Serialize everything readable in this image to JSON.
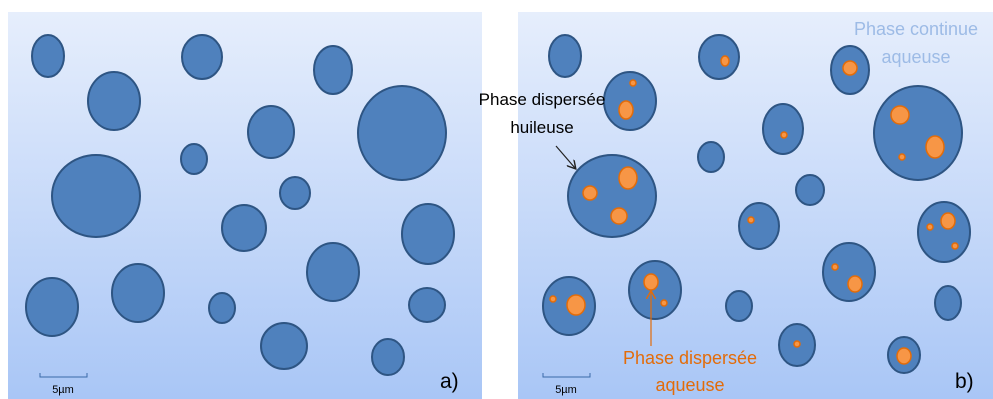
{
  "panels": [
    {
      "scale_label": "5µm",
      "panel_label": "a)"
    },
    {
      "scale_label": "5µm",
      "panel_label": "b)"
    }
  ],
  "annotations": {
    "continuous_phase": [
      "Phase continue",
      "aqueuse"
    ],
    "oil_phase": [
      "Phase dispersée",
      "huileuse"
    ],
    "aqueous_phase": [
      "Phase dispersée",
      "aqueuse"
    ]
  },
  "colors": {
    "background_top": "#e6eefc",
    "background_bottom": "#a9c6f6",
    "droplet_fill": "#4f81bd",
    "droplet_stroke": "#2e5583",
    "inner_fill": "#f79646",
    "inner_stroke": "#e36c09",
    "continuous_label": "#9dbbe6",
    "aqueous_label": "#e36c09",
    "text": "#000000"
  }
}
